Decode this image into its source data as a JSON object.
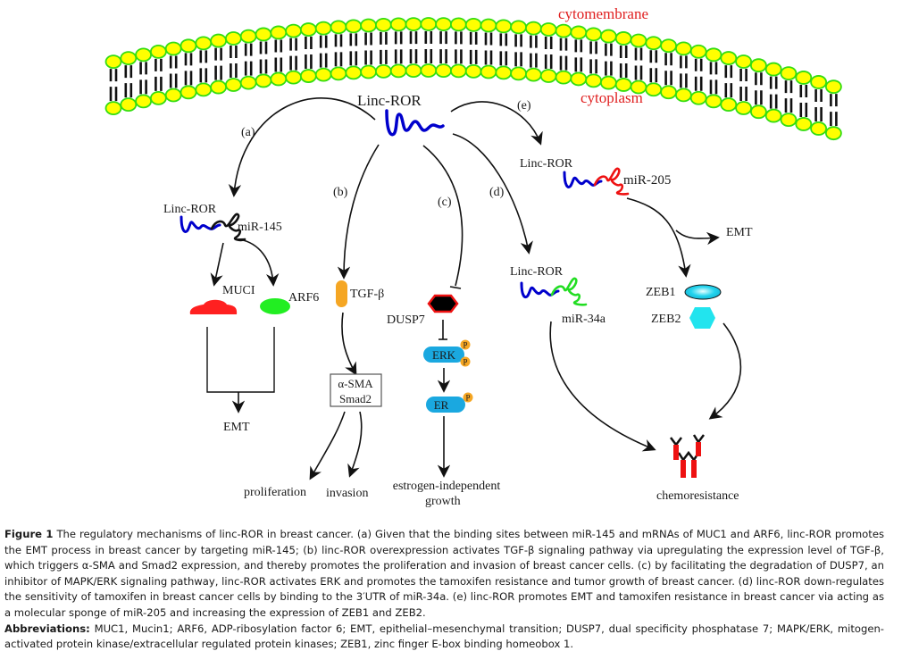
{
  "figure": {
    "membrane": {
      "outside_label": "cytomembrane",
      "inside_label": "cytoplasm",
      "label_color": "#e02020",
      "head_fill": "#ffff00",
      "head_stroke": "#33dd11"
    },
    "center": {
      "label": "Linc-ROR",
      "rna_color": "#0000cc"
    },
    "pathways": {
      "a": {
        "tag": "(a)",
        "complex_lincror": "Linc-ROR",
        "complex_mirna": "miR-145",
        "targets": [
          "MUCI",
          "ARF6"
        ],
        "target_colors": [
          "#ff2020",
          "#22ee22"
        ],
        "outcome": "EMT"
      },
      "b": {
        "tag": "(b)",
        "factor": "TGF-β",
        "factor_color": "#f5a623",
        "box_line1": "α-SMA",
        "box_line2": "Smad2",
        "outcomes": [
          "proliferation",
          "invasion"
        ]
      },
      "c": {
        "tag": "(c)",
        "inhibitor": "DUSP7",
        "kinase": "ERK",
        "receptor": "ER",
        "phospho": "P",
        "protein_color": "#1aa8e0",
        "phospho_color": "#f5a623",
        "outcome_line1": "estrogen-independent",
        "outcome_line2": "growth"
      },
      "d": {
        "tag": "(d)",
        "complex_lincror": "Linc-ROR",
        "complex_mirna": "miR-34a",
        "mirna_color": "#22dd22",
        "outcome": "chemoresistance"
      },
      "e": {
        "tag": "(e)",
        "complex_lincror": "Linc-ROR",
        "complex_mirna": "miR-205",
        "mirna_color": "#ee1111",
        "side_outcome": "EMT",
        "targets": [
          "ZEB1",
          "ZEB2"
        ],
        "target_color": "#22d4ee"
      }
    }
  },
  "caption": {
    "figure_label": "Figure 1",
    "text": "The regulatory mechanisms of linc-ROR in breast cancer. (a) Given that the binding sites between miR-145 and mRNAs of MUC1 and ARF6, linc-ROR promotes the EMT process in breast cancer by targeting miR-145; (b) linc-ROR overexpression activates TGF-β signaling pathway via upregulating the expression level of TGF-β, which triggers α-SMA and Smad2 expression, and thereby promotes the proliferation and invasion of breast cancer cells. (c) by facilitating the degradation of DUSP7, an inhibitor of MAPK/ERK signaling pathway, linc-ROR activates ERK and promotes the tamoxifen resistance and tumor growth of breast cancer. (d) linc-ROR down-regulates the sensitivity of tamoxifen in breast cancer cells by binding to the 3′UTR of miR-34a. (e) linc-ROR promotes EMT and tamoxifen resistance in breast cancer via acting as a molecular sponge of miR-205 and increasing the expression of ZEB1 and ZEB2.",
    "abbreviations_label": "Abbreviations:",
    "abbreviations_text": "MUC1, Mucin1; ARF6, ADP-ribosylation factor 6; EMT, epithelial–mesenchymal transition; DUSP7, dual specificity phosphatase 7; MAPK/ERK, mitogen-activated protein kinase/extracellular regulated protein kinases; ZEB1, zinc finger E-box binding homeobox 1."
  }
}
